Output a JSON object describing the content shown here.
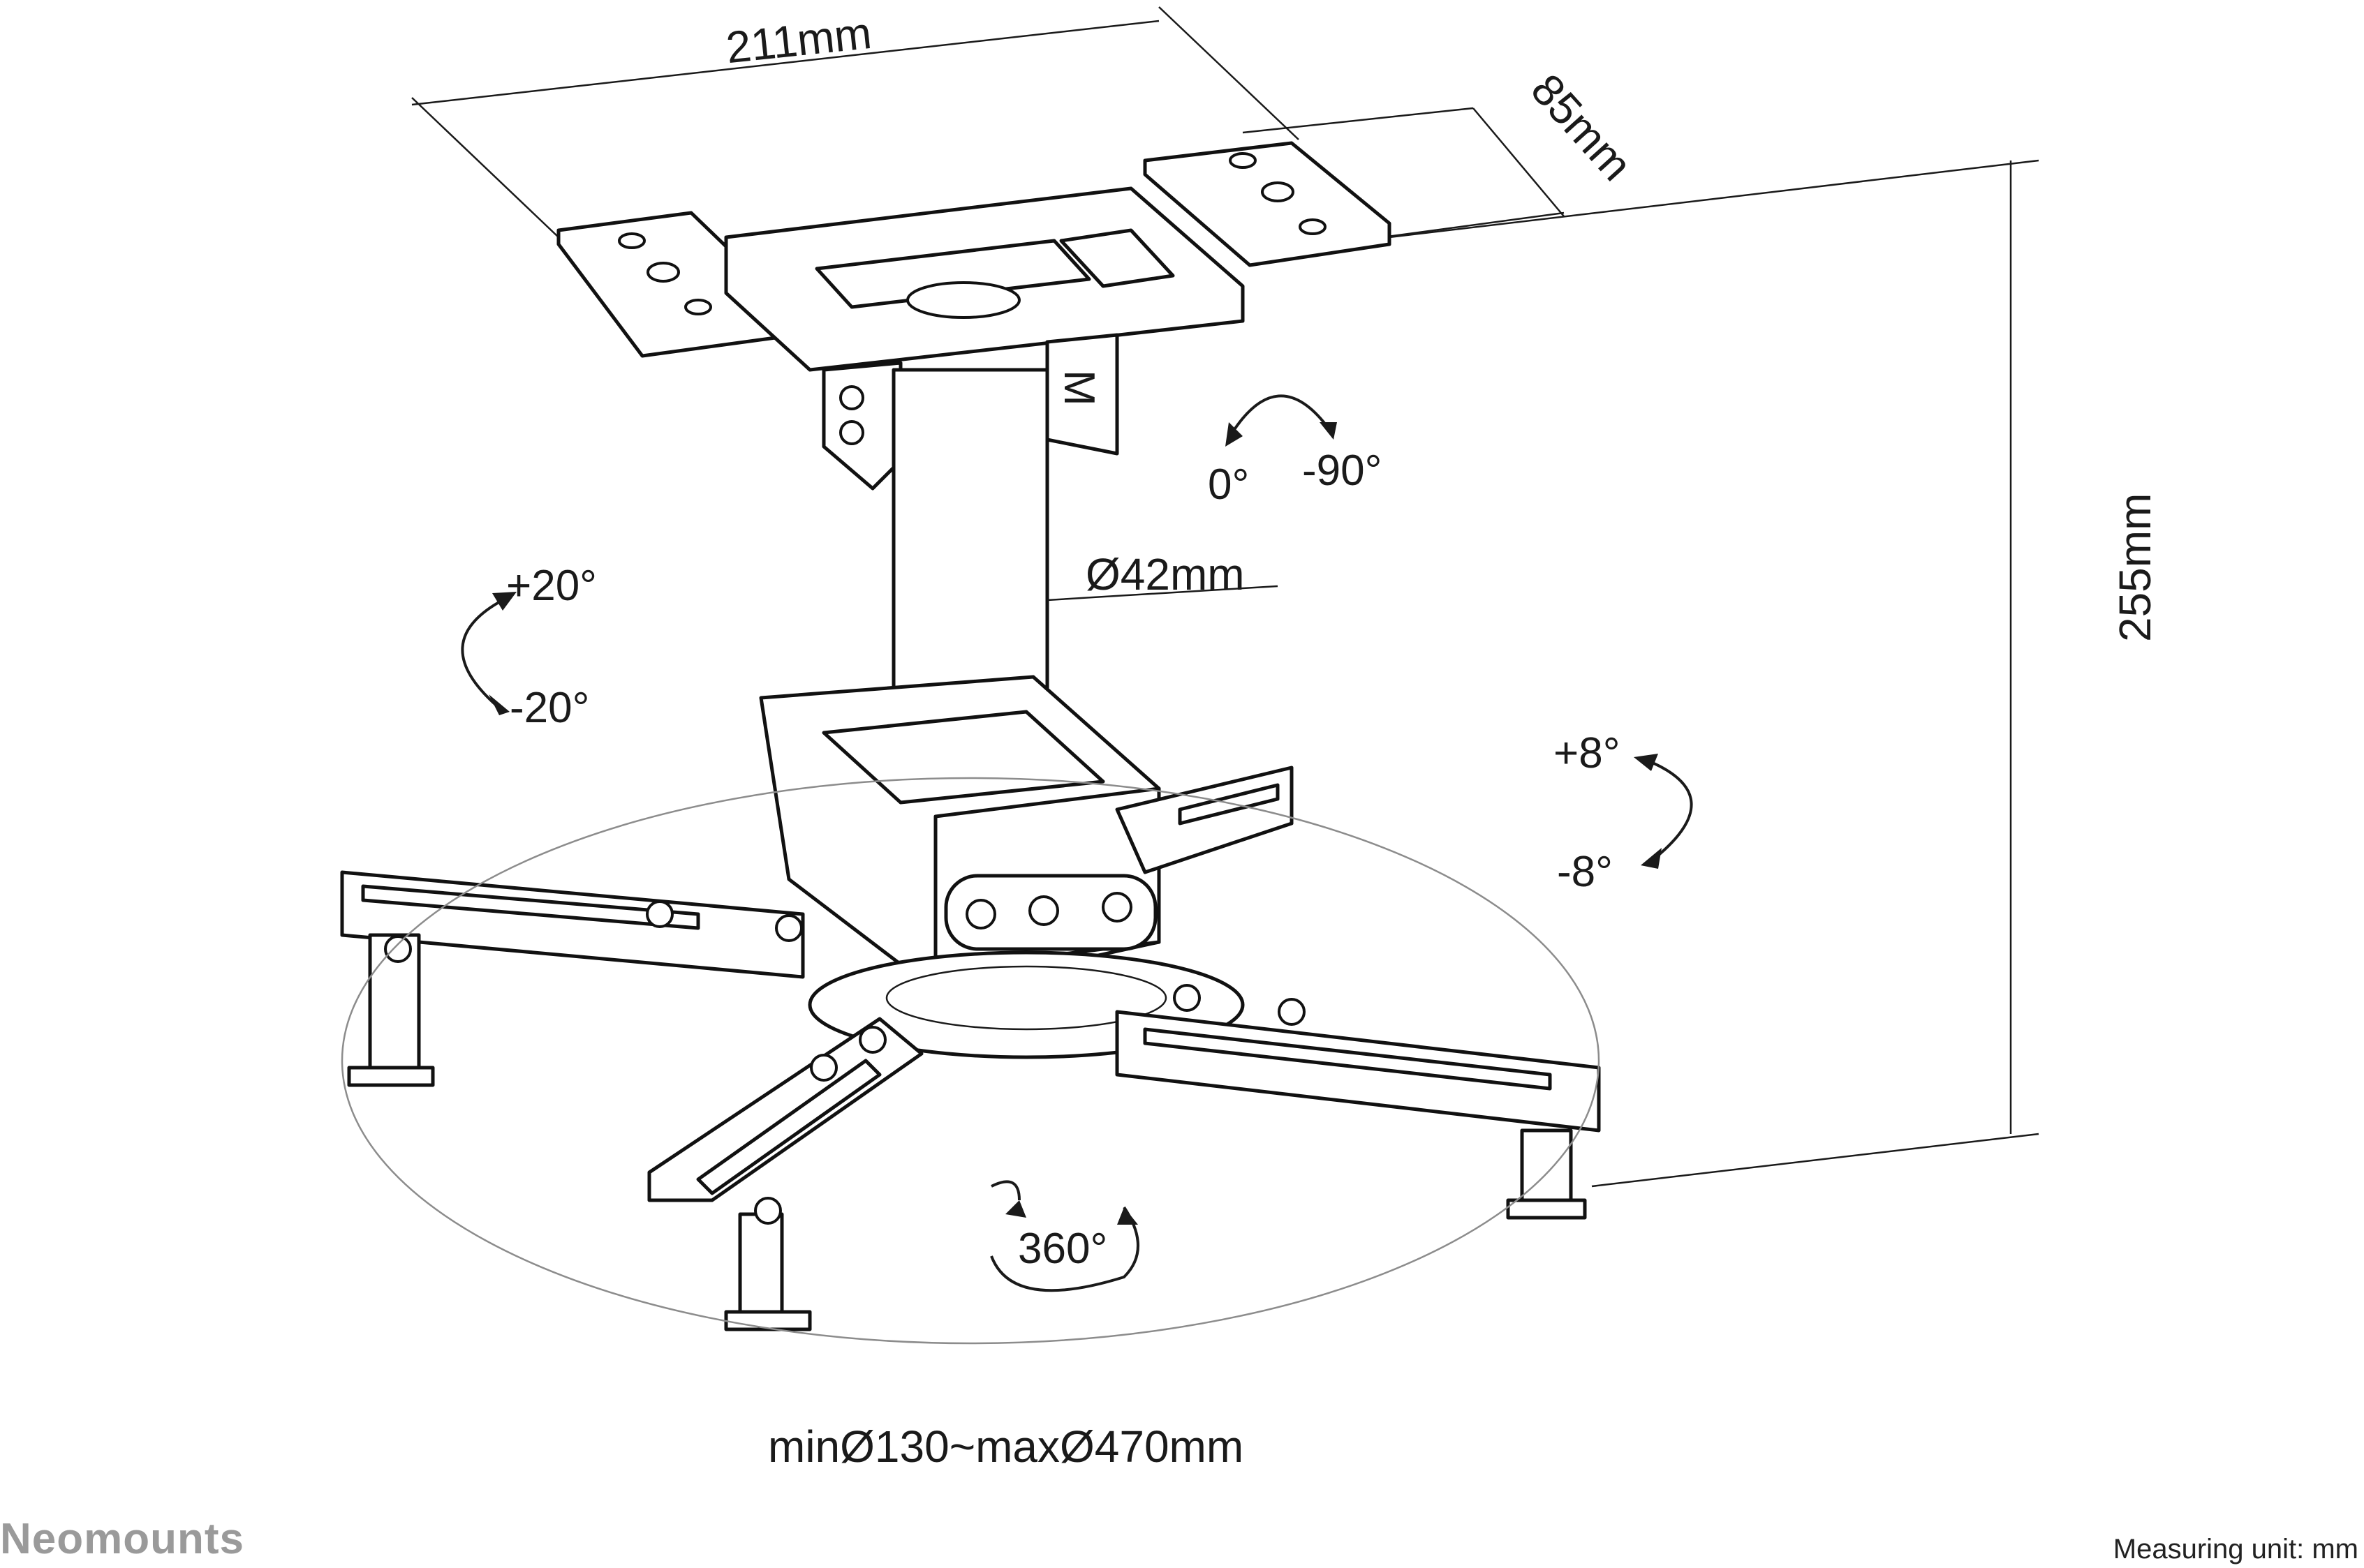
{
  "dimensions": {
    "width": "211mm",
    "depth": "85mm",
    "height": "255mm",
    "pole_diameter": "Ø42mm",
    "arm_range": "minØ130~maxØ470mm"
  },
  "angles": {
    "rotate_a": "0°",
    "rotate_b": "-90°",
    "tilt_up": "+20°",
    "tilt_down": "-20°",
    "roll_up": "+8°",
    "roll_down": "-8°",
    "swivel": "360°"
  },
  "pole_marks": [
    "M",
    "M"
  ],
  "footer": {
    "brand": "Neomounts",
    "unit": "Measuring unit: mm"
  },
  "colors": {
    "lines": "#1a1a1a",
    "brand": "#9a9a9a",
    "ellipse": "#8c8c8c"
  }
}
